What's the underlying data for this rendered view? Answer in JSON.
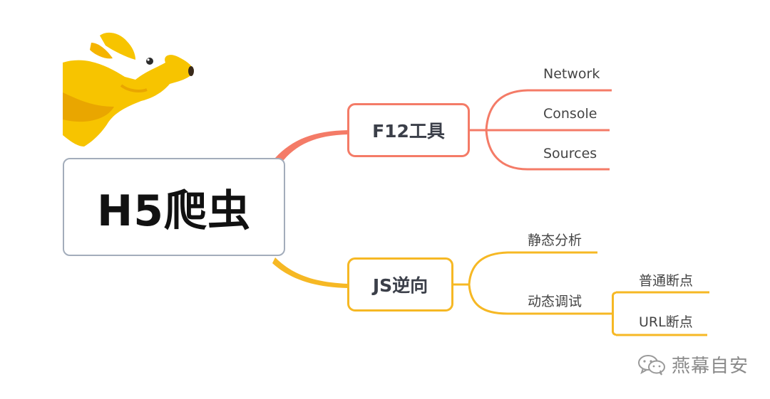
{
  "root": {
    "label": "H5爬虫"
  },
  "branches": [
    {
      "label": "F12工具",
      "color": "#f47b67",
      "children": [
        {
          "label": "Network"
        },
        {
          "label": "Console"
        },
        {
          "label": "Sources"
        }
      ]
    },
    {
      "label": "JS逆向",
      "color": "#f6b824",
      "children": [
        {
          "label": "静态分析"
        },
        {
          "label": "动态调试",
          "children": [
            {
              "label": "普通断点"
            },
            {
              "label": "URL断点"
            }
          ]
        }
      ]
    }
  ],
  "watermark": {
    "icon": "wechat-icon",
    "text": "燕幕自安"
  },
  "mascot": {
    "icon": "kangaroo-mascot",
    "color": "#f7c400"
  }
}
